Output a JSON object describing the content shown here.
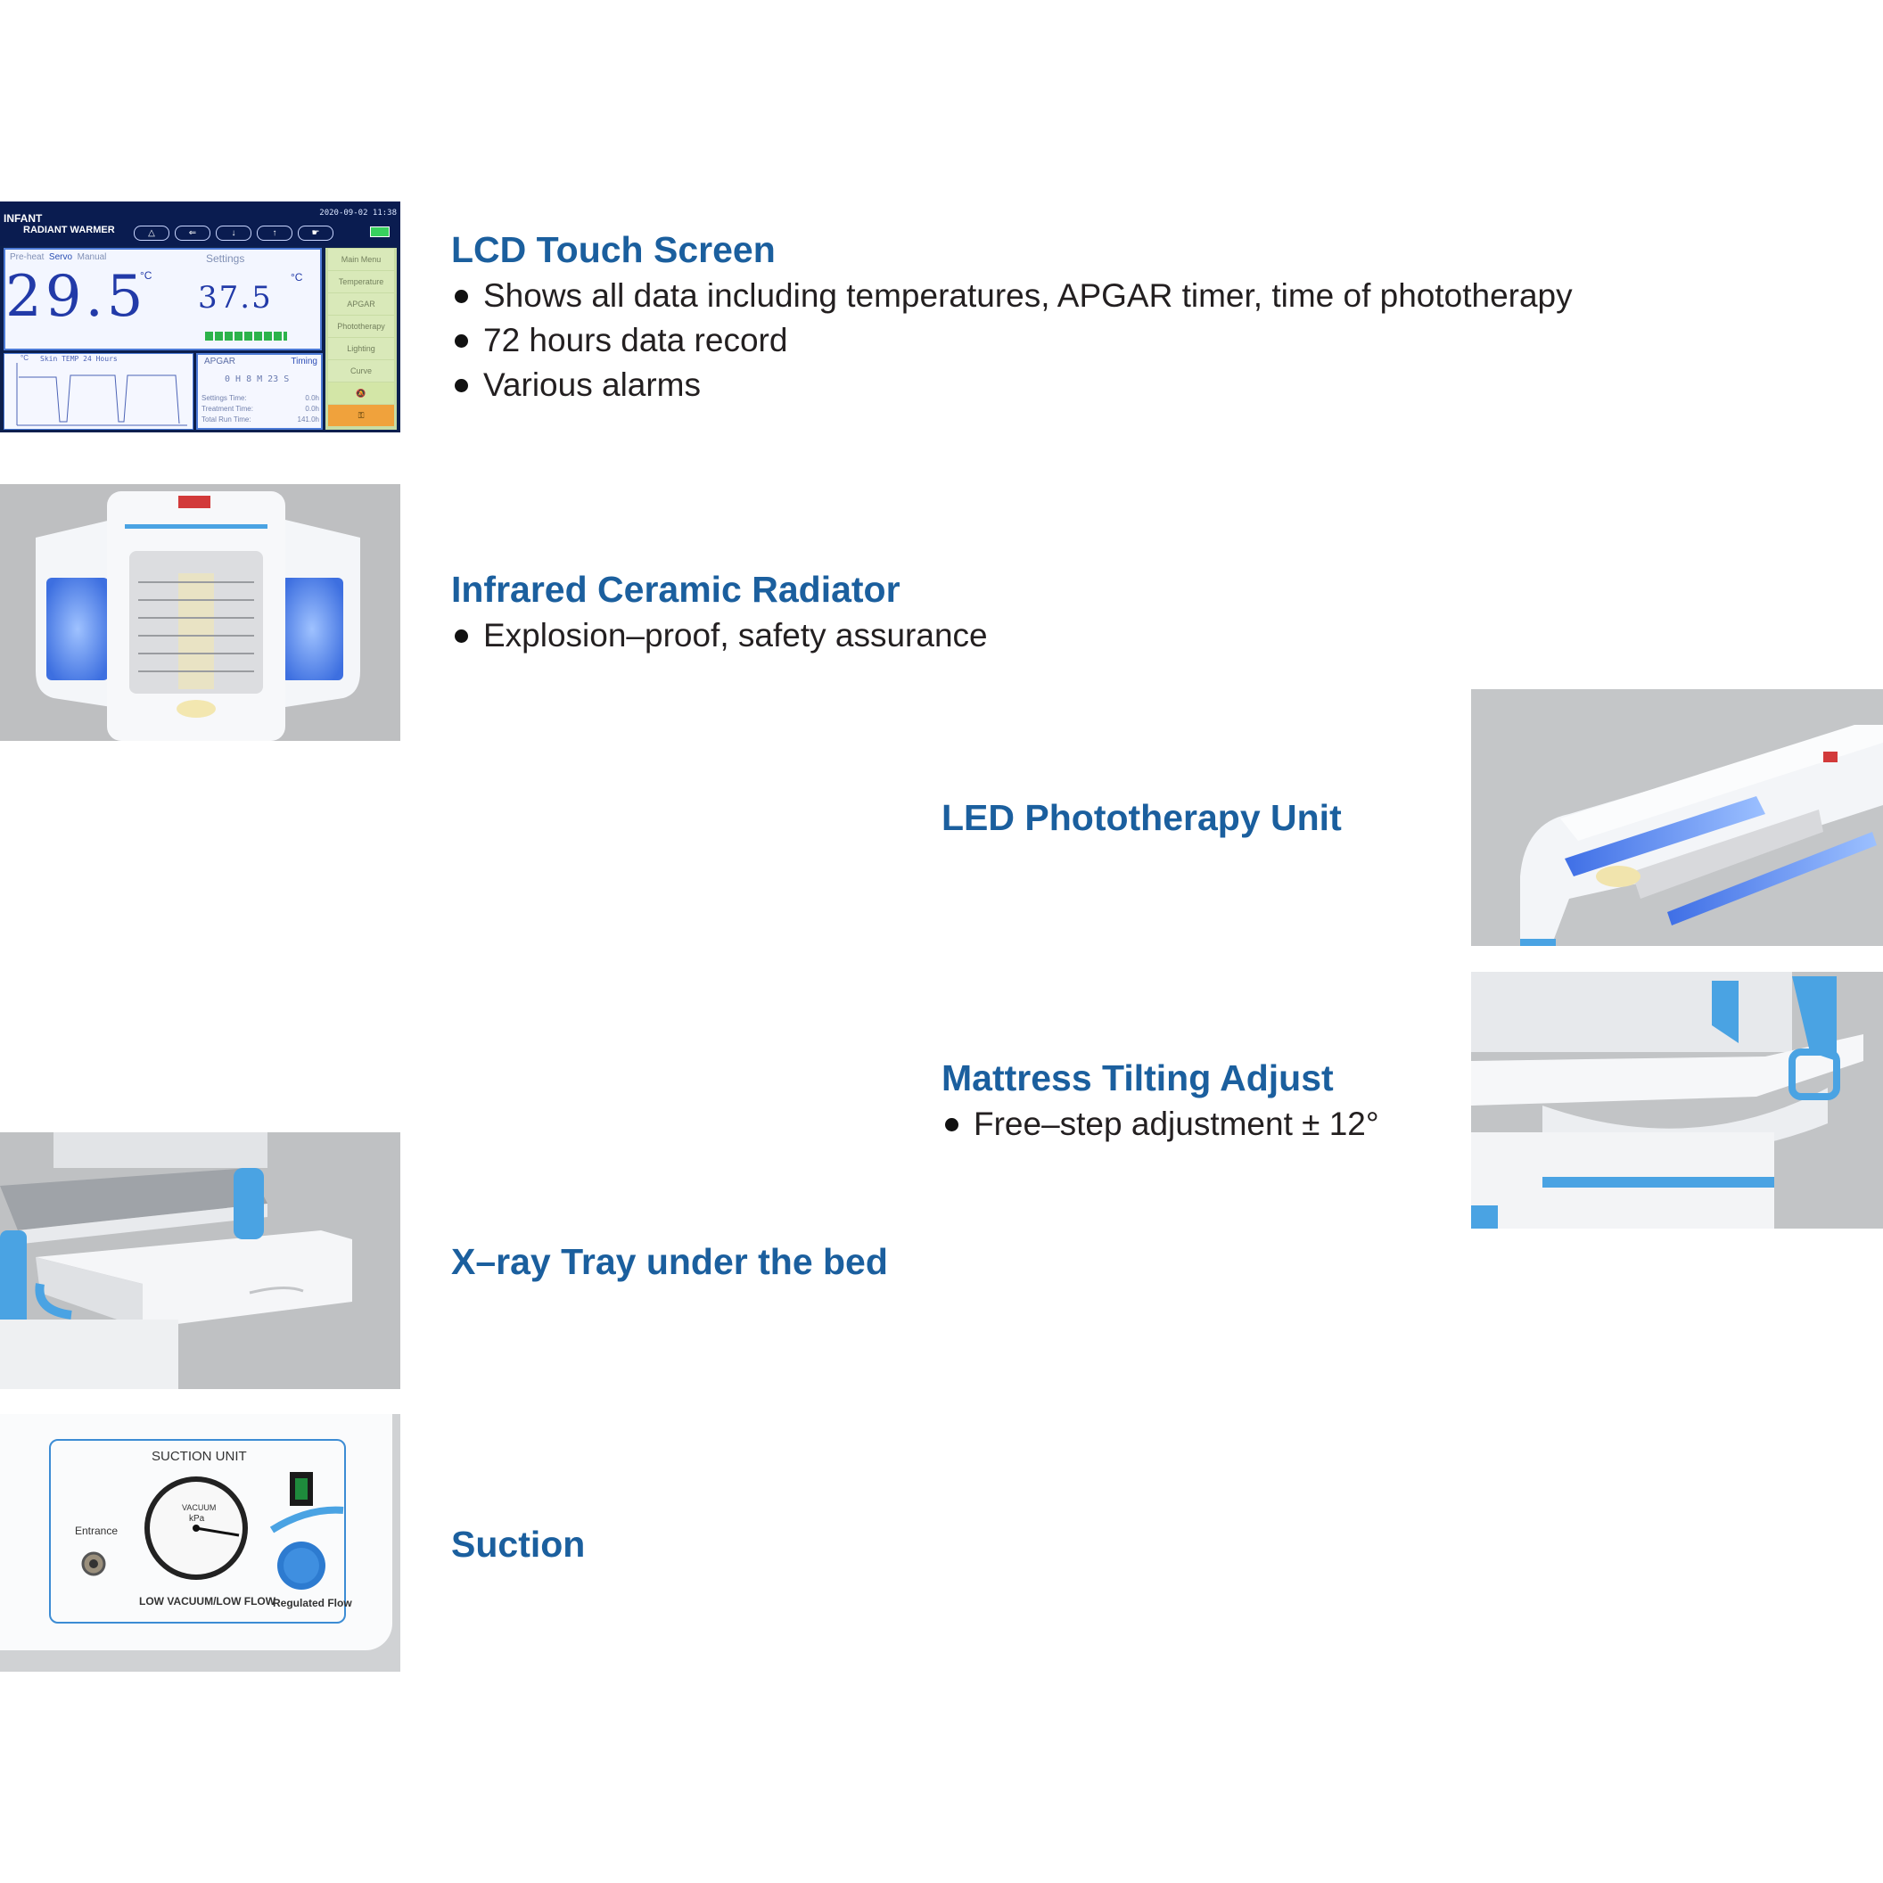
{
  "features": {
    "lcd": {
      "title": "LCD Touch Screen",
      "bullets": [
        "Shows all data including temperatures, APGAR timer, time of phototherapy",
        "72 hours data record",
        "Various alarms"
      ]
    },
    "radiator": {
      "title": "Infrared Ceramic Radiator",
      "bullets": [
        "Explosion–proof,  safety assurance"
      ]
    },
    "led": {
      "title": "LED Phototherapy Unit"
    },
    "mattress": {
      "title": "Mattress Tilting Adjust",
      "bullets": [
        "Free–step adjustment ± 12°"
      ]
    },
    "xray": {
      "title": "X–ray Tray under the bed"
    },
    "suction": {
      "title": "Suction"
    }
  },
  "lcd_screen": {
    "brand_line1": "INFANT",
    "brand_line2": "RADIANT WARMER",
    "datetime": "2020-09-02 11:38",
    "mode_preheat": "Pre-heat",
    "mode_servo": "Servo",
    "mode_manual": "Manual",
    "settings_label": "Settings",
    "current_temp": "29.5",
    "set_temp": "37.5",
    "unit": "°C",
    "menu": [
      "Main Menu",
      "Temperature",
      "APGAR",
      "Phototherapy",
      "Lighting",
      "Curve"
    ],
    "graph_label": "Skin TEMP   24 Hours",
    "apgar_label": "APGAR",
    "timing_label": "Timing",
    "apgar_clock": "0 H  8 M 23 S",
    "settings_time_label": "Settings Time:",
    "settings_time": "0.0h",
    "treatment_time_label": "Treatment Time:",
    "treatment_time": "0.0h",
    "total_run_time_label": "Total Run Time:",
    "total_run_time": "141.0h"
  },
  "suction_panel": {
    "title": "SUCTION UNIT",
    "entrance": "Entrance",
    "gauge_label": "VACUUM",
    "gauge_unit": "kPa",
    "low": "LOW VACUUM/LOW FLOW",
    "regulated": "Regulated Flow"
  },
  "colors": {
    "title_blue": "#1b5f9e",
    "accent_blue": "#3c8cd4",
    "photo_gray": "#c0c2c4"
  }
}
